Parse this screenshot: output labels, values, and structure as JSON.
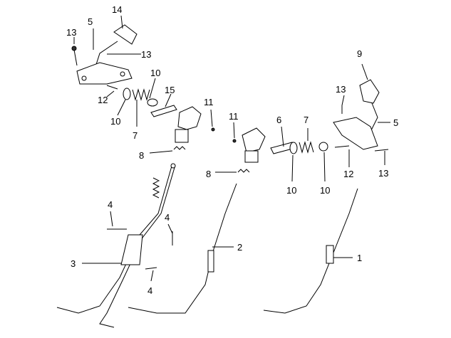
{
  "diagram": {
    "type": "exploded parts diagram",
    "callouts": [
      "14",
      "5",
      "13",
      "13",
      "10",
      "12",
      "15",
      "10",
      "7",
      "11",
      "8",
      "11",
      "6",
      "7",
      "9",
      "13",
      "5",
      "12",
      "13",
      "10",
      "10",
      "8",
      "4",
      "4",
      "3",
      "2",
      "1",
      "4"
    ]
  }
}
